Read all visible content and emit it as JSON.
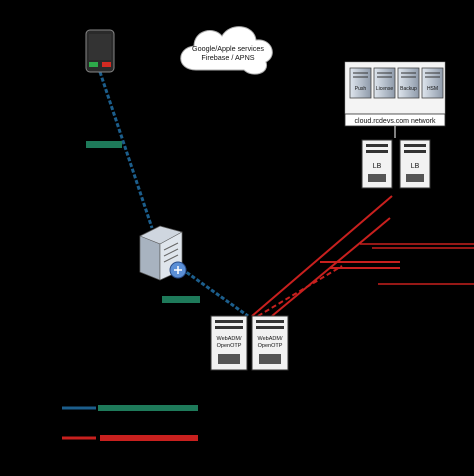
{
  "cloud": {
    "line1": "Google/Apple services",
    "line2": "Firebase / APNS"
  },
  "network": {
    "label": "cloud.rcdevs.com network"
  },
  "cloud_services": [
    {
      "label": "Push"
    },
    {
      "label": "License"
    },
    {
      "label": "Backup"
    },
    {
      "label": "HSM"
    }
  ],
  "load_balancers": [
    {
      "label": "LB"
    },
    {
      "label": "LB"
    }
  ],
  "webadm_servers": [
    {
      "line1": "WebADM/",
      "line2": "OpenOTP"
    },
    {
      "line1": "WebADM/",
      "line2": "OpenOTP"
    }
  ],
  "colors": {
    "background": "#000000",
    "blue_link": "#1c5e8c",
    "green_label": "#1e7a5a",
    "red_link": "#c8201e"
  }
}
